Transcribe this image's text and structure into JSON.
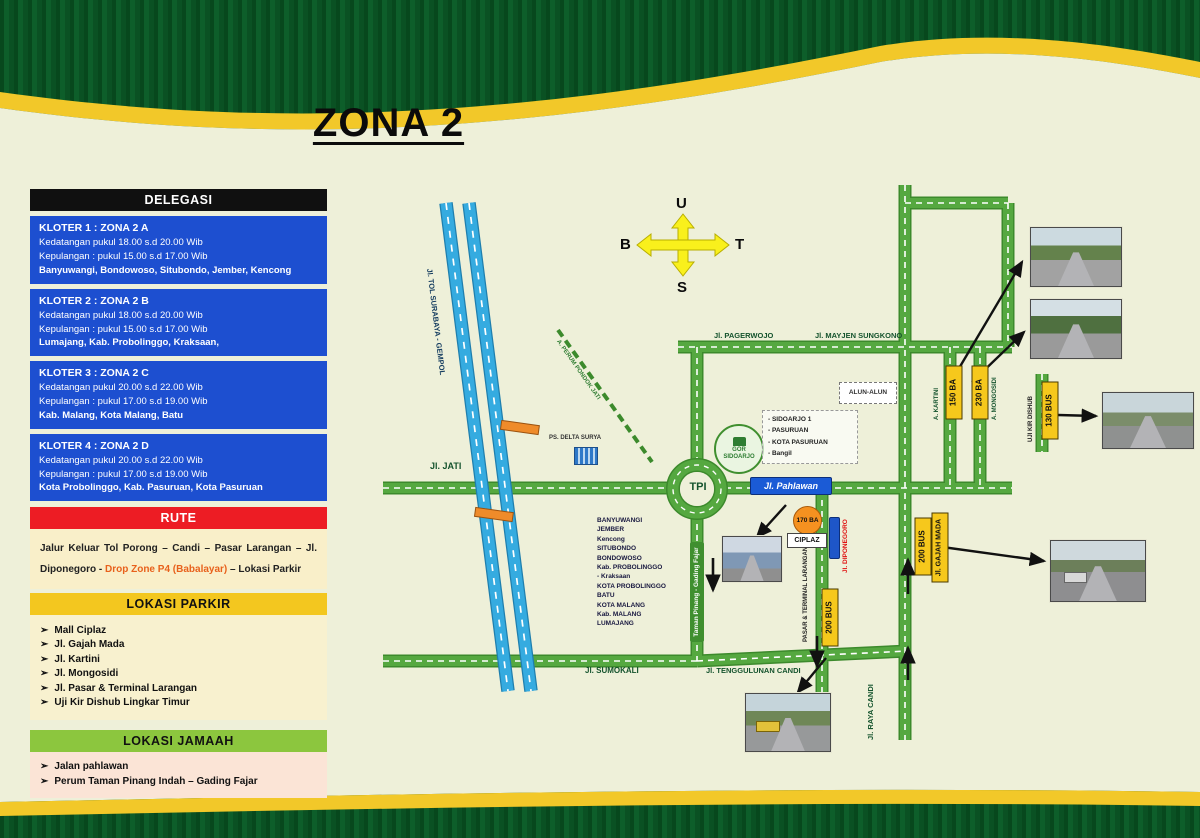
{
  "title": "ZONA 2",
  "glyphs": {
    "bullet": "➢"
  },
  "compass": {
    "north": "U",
    "east": "T",
    "south": "S",
    "west": "B"
  },
  "sidebar": {
    "delegasi_header": "DELEGASI",
    "kloters": [
      {
        "title": "KLOTER 1 : ZONA 2 A",
        "arrival": "Kedatangan  pukul 18.00 s.d 20.00 Wib",
        "departure": "Kepulangan  : pukul 15.00 s.d 17.00 Wib",
        "cities": "Banyuwangi, Bondowoso, Situbondo, Jember, Kencong"
      },
      {
        "title": "KLOTER 2 : ZONA 2 B",
        "arrival": "Kedatangan  pukul 18.00 s.d 20.00 Wib",
        "departure": "Kepulangan  : pukul 15.00 s.d 17.00 Wib",
        "cities": "Lumajang, Kab. Probolinggo, Kraksaan,"
      },
      {
        "title": "KLOTER 3 : ZONA 2 C",
        "arrival": "Kedatangan  pukul 20.00 s.d 22.00 Wib",
        "departure": "Kepulangan  : pukul 17.00 s.d 19.00 Wib",
        "cities": "Kab. Malang, Kota Malang, Batu"
      },
      {
        "title": "KLOTER 4 : ZONA 2 D",
        "arrival": "Kedatangan  pukul 20.00 s.d 22.00 Wib",
        "departure": "Kepulangan  : pukul 17.00 s.d 19.00 Wib",
        "cities": "Kota Probolinggo, Kab. Pasuruan, Kota Pasuruan"
      }
    ],
    "rute_header": "RUTE",
    "route": {
      "part1": "Jalur Keluar Tol Porong – Candi – Pasar Larangan – Jl. Diponegoro -",
      "highlight": "Drop Zone P4 (Babalayar)",
      "part2": "– Lokasi Parkir"
    },
    "parkir_header": "LOKASI PARKIR",
    "parkir_items": [
      "Mall Ciplaz",
      "Jl. Gajah Mada",
      "Jl. Kartini",
      "Jl. Mongosidi",
      "Jl. Pasar & Terminal  Larangan",
      "Uji Kir Dishub Lingkar Timur"
    ],
    "jamaah_header": "LOKASI JAMAAH",
    "jamaah_items": [
      "Jalan pahlawan",
      "Perum Taman Pinang Indah – Gading Fajar"
    ]
  },
  "map": {
    "roads": {
      "toll": "Jl. TOL SURABAYA - GEMPOL",
      "pondok_jati": "A. PERUM PONDOK JATI",
      "jati": "Jl. JATI",
      "pagerwojo": "Jl. PAGERWOJO",
      "mayjen_sungkono": "Jl. MAYJEN SUNGKONO",
      "pahlawan": "Jl. Pahlawan",
      "sumokali": "Jl. SUMOKALI",
      "tenggulunan_candi": "Jl. TENGGULUNAN CANDI",
      "raya_candi": "Jl. RAYA CANDI",
      "diponegoro": "Jl. DIPONEGORO",
      "gajah_mada": "Jl. GAJAH MADA",
      "kartini": "A. KARTINI",
      "mongosidi": "A. MONGOSIDI"
    },
    "places": {
      "tpi": "TPI",
      "alun_alun": "ALUN-ALUN",
      "gor": "GOR SIDOARJO",
      "delta_surya": "PS. DELTA SURYA",
      "taman_pinang": "Taman Pinang - Gading Fajar",
      "pasar_terminal": "PASAR & TERMINAL LARANGAN",
      "uji_kir": "UJI KIR DISHUB",
      "ciplaz": "CIPLAZ"
    },
    "gor_routes": [
      "- SIDOARJO 1",
      "- PASURUAN",
      "- KOTA PASURUAN",
      "- Bangil"
    ],
    "capacities": {
      "kartini": "150 BA",
      "mongosidi": "230 BA",
      "uji_kir": "130 BUS",
      "gajah_mada": "200 BUS",
      "larangan": "200 BUS",
      "ciplaz": "170 BA"
    },
    "city_list": [
      "BANYUWANGI",
      "JEMBER",
      "Kencong",
      "SITUBONDO",
      "BONDOWOSO",
      "Kab. PROBOLINGGO",
      "- Kraksaan",
      "KOTA PROBOLINGGO",
      "BATU",
      "KOTA MALANG",
      "Kab. MALANG",
      "LUMAJANG"
    ]
  }
}
